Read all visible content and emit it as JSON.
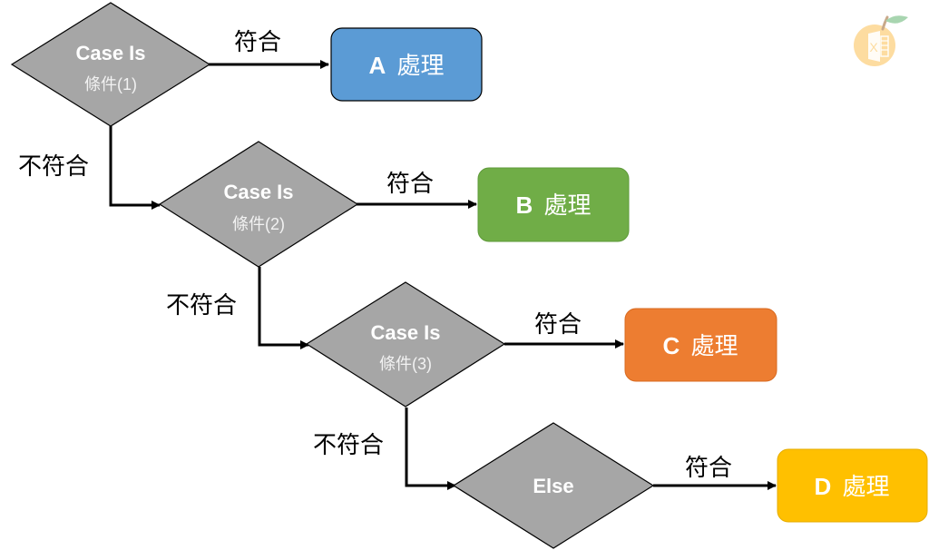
{
  "diagram": {
    "type": "flowchart",
    "title": "",
    "decisions": [
      {
        "id": "d1",
        "line1": "Case Is",
        "line2": "條件(1)"
      },
      {
        "id": "d2",
        "line1": "Case Is",
        "line2": "條件(2)"
      },
      {
        "id": "d3",
        "line1": "Case Is",
        "line2": "條件(3)"
      },
      {
        "id": "d4",
        "line1": "Else",
        "line2": ""
      }
    ],
    "processes": [
      {
        "id": "pA",
        "letter": "A",
        "label": "處理",
        "color": "#5b9bd5"
      },
      {
        "id": "pB",
        "letter": "B",
        "label": "處理",
        "color": "#70ad47"
      },
      {
        "id": "pC",
        "letter": "C",
        "label": "處理",
        "color": "#ed7d31"
      },
      {
        "id": "pD",
        "letter": "D",
        "label": "處理",
        "color": "#ffc000"
      }
    ],
    "edges": [
      {
        "from": "d1",
        "to": "pA",
        "label": "符合"
      },
      {
        "from": "d1",
        "to": "d2",
        "label": "不符合"
      },
      {
        "from": "d2",
        "to": "pB",
        "label": "符合"
      },
      {
        "from": "d2",
        "to": "d3",
        "label": "不符合"
      },
      {
        "from": "d3",
        "to": "pC",
        "label": "符合"
      },
      {
        "from": "d3",
        "to": "d4",
        "label": "不符合"
      },
      {
        "from": "d4",
        "to": "pD",
        "label": "符合"
      }
    ],
    "colors": {
      "decision_fill": "#a6a6a6",
      "decision_stroke": "#000000",
      "line": "#000000",
      "logo_circle": "#fddca0",
      "logo_leaf": "#a8d5b0"
    },
    "logo": {
      "icon": "orange-excel-logo-icon",
      "glyph": "X"
    }
  }
}
